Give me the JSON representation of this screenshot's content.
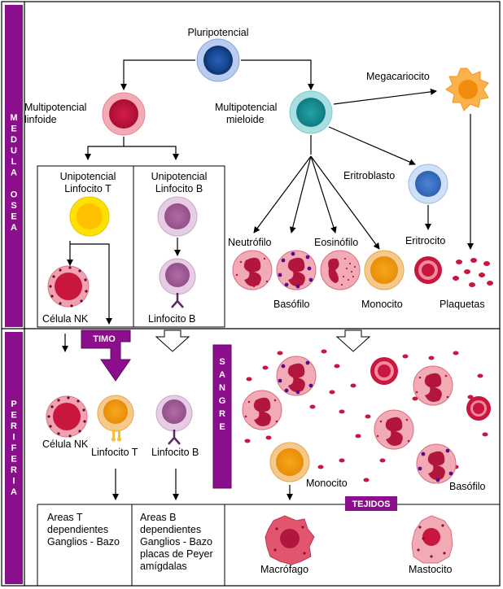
{
  "sections": {
    "medula": "MEDULA OSEA",
    "periferia": "PERIFERIA",
    "sangre": "SANGRE",
    "timo": "TIMO",
    "tejidos": "TEJIDOS"
  },
  "cells": {
    "pluripotencial": "Pluripotencial",
    "multi_linfoide": [
      "Multipotencial",
      "linfoide"
    ],
    "multi_mieloide": [
      "Multipotencial",
      "mieloide"
    ],
    "megacariocito": "Megacariocito",
    "eritroblasto": "Eritroblasto",
    "uni_t": [
      "Unipotencial",
      "Linfocito T"
    ],
    "uni_b": [
      "Unipotencial",
      "Linfocito B"
    ],
    "neutrofilo": "Neutrófilo",
    "eosinofilo": "Eosinófilo",
    "basofilo": "Basófilo",
    "monocito": "Monocito",
    "eritrocito": "Eritrocito",
    "plaquetas": "Plaquetas",
    "celula_nk": "Célula NK",
    "linfocito_b": "Linfocito B",
    "linfocito_t": "Linfocito T",
    "macrofago": "Macrófago",
    "mastocito": "Mastocito"
  },
  "areas": {
    "t": [
      "Areas T",
      "dependientes",
      "Ganglios - Bazo"
    ],
    "b": [
      "Areas B",
      "dependientes",
      "Ganglios - Bazo",
      "placas de Peyer",
      "amígdalas"
    ]
  },
  "colors": {
    "purple": "#8b0f8c",
    "stem": "#1e4f9f",
    "red_cell": "#c8163f",
    "teal": "#1a8f95",
    "yellow": "#ffcc00",
    "lilac": "#a863a0",
    "orange": "#f1a22a",
    "pink": "#e7667a"
  }
}
